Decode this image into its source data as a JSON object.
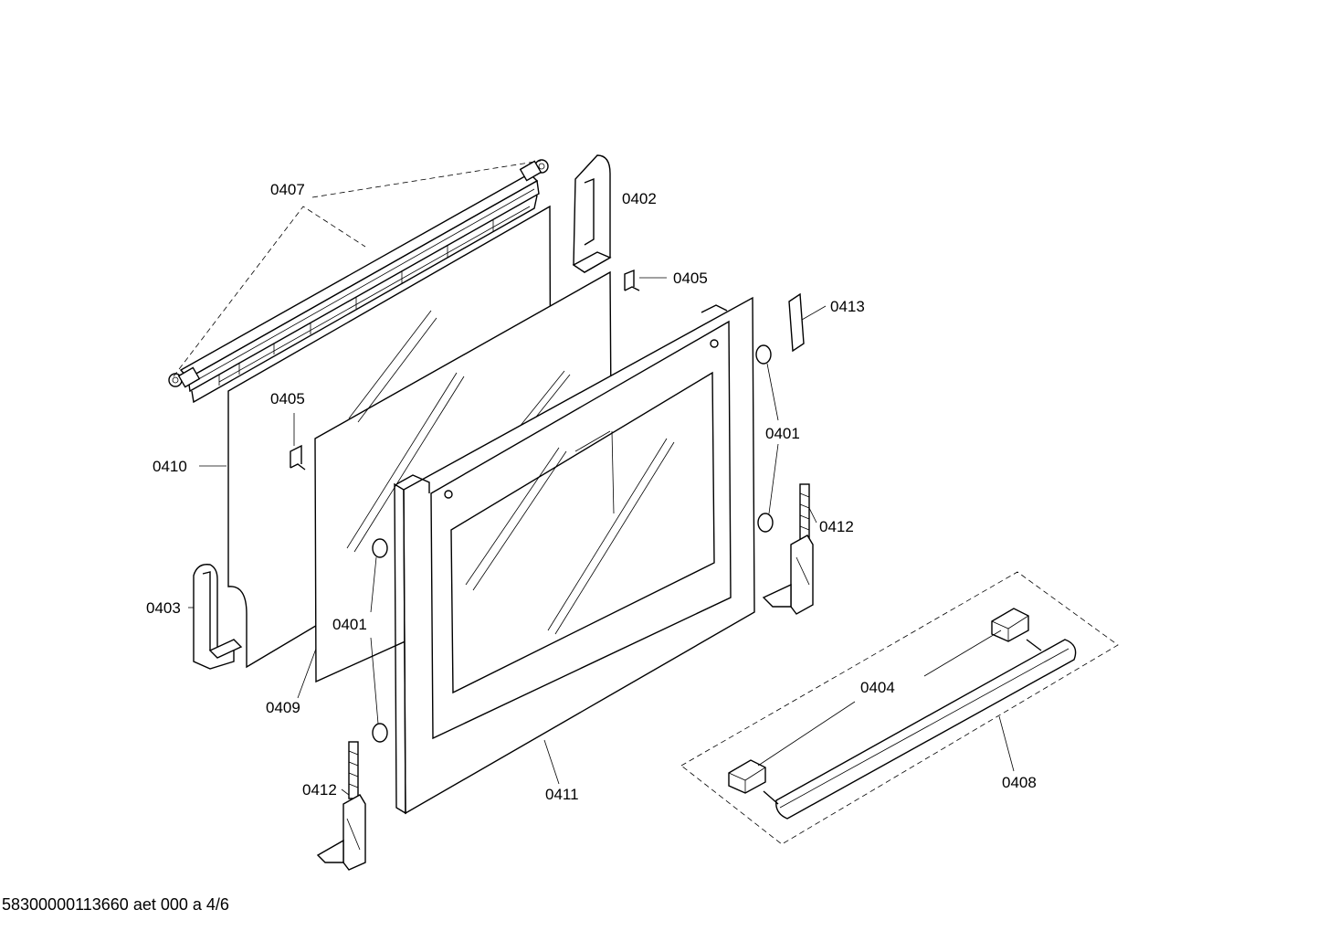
{
  "labels": {
    "l0407": "0407",
    "l0402": "0402",
    "l0405a": "0405",
    "l0413": "0413",
    "l0405b": "0405",
    "l0410": "0410",
    "l0401a": "0401",
    "l0412a": "0412",
    "l0403": "0403",
    "l0401b": "0401",
    "l0404": "0404",
    "l0409": "0409",
    "l0412b": "0412",
    "l0411": "0411",
    "l0408": "0408"
  },
  "footer": "58300000113660 aet 000 a 4/6"
}
